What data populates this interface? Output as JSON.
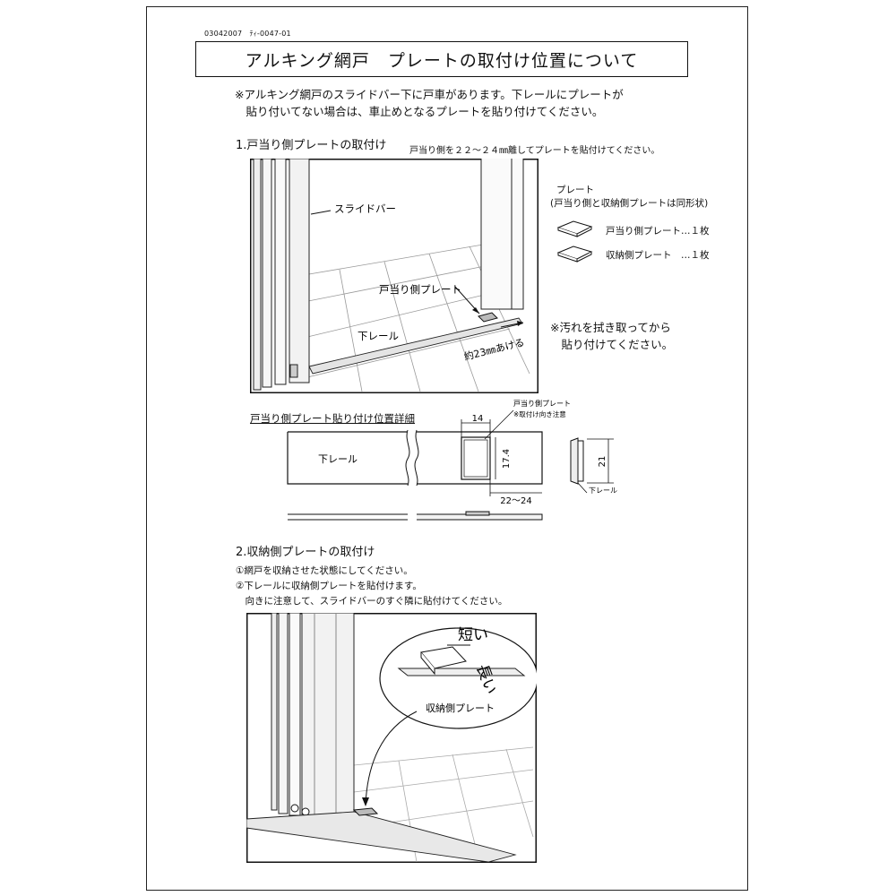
{
  "doc": {
    "code": "03042007　ﾃｨ-0047-01",
    "title": "アルキング網戸　プレートの取付け位置について",
    "intro": [
      "※アルキング網戸のスライドバー下に戸車があります。下レールにプレートが",
      "　貼り付いてない場合は、車止めとなるプレートを貼り付けてください。"
    ]
  },
  "section1": {
    "heading": "1.戸当り側プレートの取付け",
    "note": "戸当り側を２２～２４㎜離してプレートを貼付けてください。",
    "labels": {
      "slide_bar": "スライドバー",
      "plate": "戸当り側プレート",
      "rail": "下レール",
      "gap": "約23㎜あける"
    },
    "legend": {
      "title": "プレート",
      "subtitle": "(戸当り側と収納側プレートは同形状)",
      "items": [
        "戸当り側プレート…１枚",
        "収納側プレート　…１枚"
      ]
    },
    "warning": [
      "※汚れを拭き取ってから",
      "　貼り付けてください。"
    ]
  },
  "detail": {
    "title": "戸当り側プレート貼り付け位置詳細",
    "rail_label": "下レール",
    "plate_label": "戸当り側プレート",
    "plate_note": "※取付け向き注意",
    "dim_width": "14",
    "dim_height": "17.4",
    "dim_gap": "22～24",
    "dim_side": "21",
    "side_rail_label": "下レール"
  },
  "section2": {
    "heading": "2.収納側プレートの取付け",
    "steps": [
      "①網戸を収納させた状態にしてください。",
      "②下レールに収納側プレートを貼付けます。",
      "　向きに注意して、スライドバーのすぐ隣に貼付けてください。"
    ],
    "labels": {
      "short": "短い",
      "long": "長い",
      "plate": "収納側プレート"
    }
  }
}
